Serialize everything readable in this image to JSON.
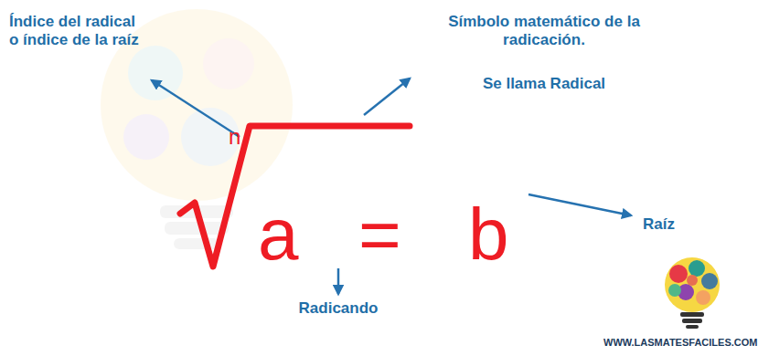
{
  "diagram": {
    "labels": [
      "Índice del radical o índice de la raíz",
      "Símbolo matemático de la radicación.",
      "Se llama Radical",
      "n",
      "a",
      "=",
      "b",
      "Raíz",
      "Radicando",
      "WWW.LASMATESFACILES.COM"
    ]
  }
}
